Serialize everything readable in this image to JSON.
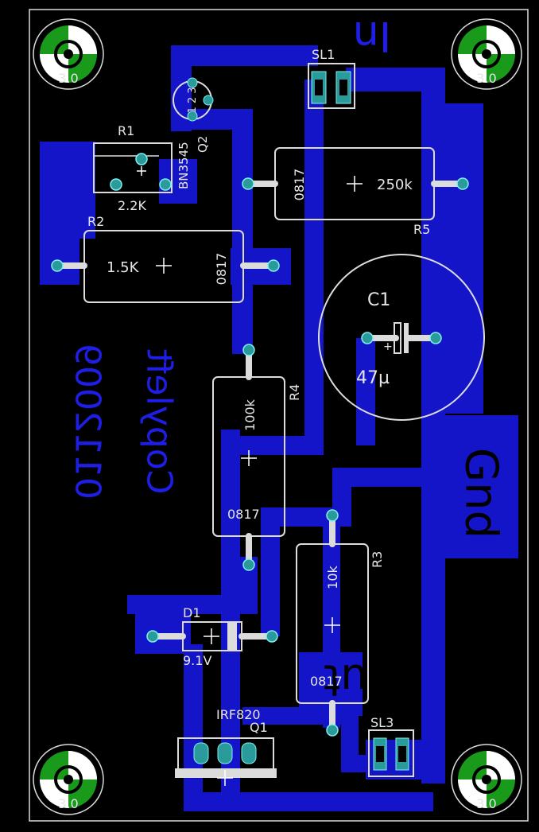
{
  "colors": {
    "background": "#000000",
    "copper": "#1414c8",
    "silkscreen": "#dcdcdc",
    "pad": "#2a9a9a",
    "hole_green": "#1a9a1a"
  },
  "mount_hole_label": "3.0",
  "copper_text": {
    "in": "In",
    "gnd": "Gnd",
    "out": "Out",
    "copyleft": "Copyleft",
    "date": "0112009"
  },
  "components": {
    "sl1": {
      "name": "SL1"
    },
    "sl3": {
      "name": "SL3"
    },
    "q2": {
      "name": "Q2",
      "value": "BN3545",
      "pins": "1 2 3"
    },
    "r1": {
      "name": "R1",
      "value": "2.2K"
    },
    "r2": {
      "name": "R2",
      "value": "1.5K",
      "code": "0817"
    },
    "r5": {
      "name": "R5",
      "value": "250k",
      "code": "0817"
    },
    "c1": {
      "name": "C1",
      "value": "47µ"
    },
    "r4": {
      "name": "R4",
      "value": "100k",
      "code": "0817"
    },
    "r3": {
      "name": "R3",
      "value": "10k",
      "code": "0817"
    },
    "d1": {
      "name": "D1",
      "value": "9.1V"
    },
    "q1": {
      "name": "Q1",
      "value": "IRF820"
    }
  }
}
